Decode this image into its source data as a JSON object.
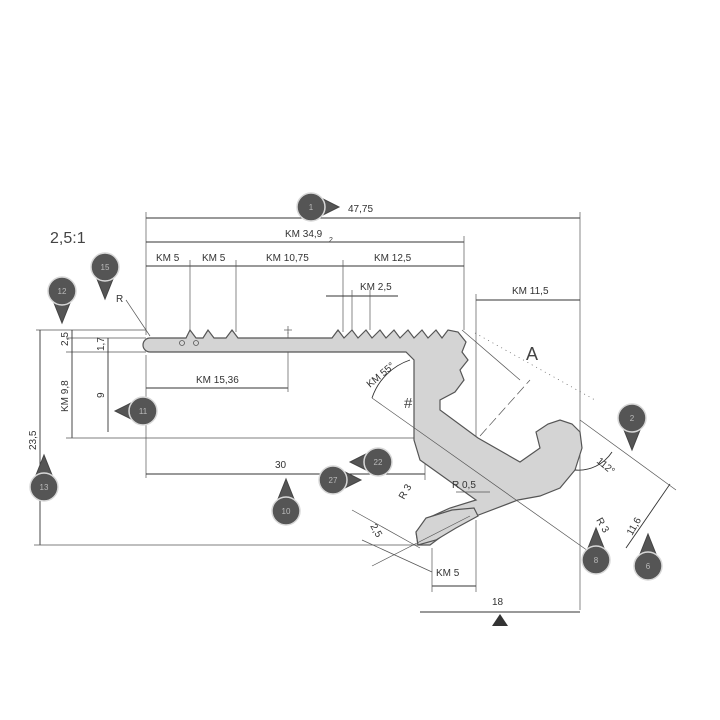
{
  "scale_label": "2,5:1",
  "view_label": "A",
  "weld_mark": "#",
  "marker_R": "R",
  "marker_2": "2",
  "dimensions": {
    "overall_width": "47,75",
    "km_34_9": "KM 34,9",
    "km_5_a": "KM 5",
    "km_5_b": "KM 5",
    "km_10_75": "KM 10,75",
    "km_12_5": "KM 12,5",
    "km_2_5": "KM 2,5",
    "km_11_5": "KM 11,5",
    "d_2_5_left": "2,5",
    "d_1_7": "1,7",
    "km_15_36": "KM 15,36",
    "d_9": "9",
    "km_9_8": "KM 9,8",
    "d_23_5": "23,5",
    "d_30": "30",
    "km_55": "KM 55°",
    "r_0_5": "R 0,5",
    "r_3_a": "R 3",
    "r_3_b": "R 3",
    "d_2_5_low": "2,5",
    "angle_112": "112°",
    "d_11_6": "11,6",
    "km_5_low": "KM 5",
    "d_18": "18"
  },
  "balloons": [
    "1",
    "15",
    "12",
    "11",
    "13",
    "10",
    "27",
    "22",
    "2",
    "8",
    "6"
  ]
}
